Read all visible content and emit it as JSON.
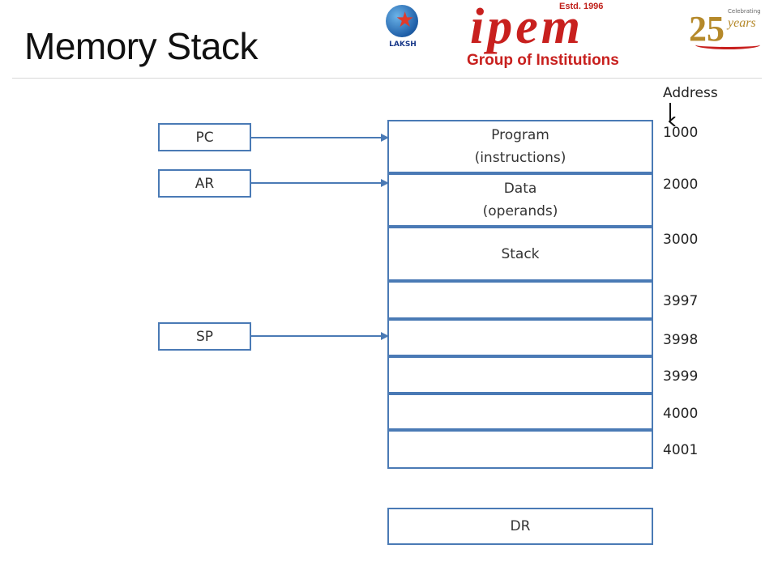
{
  "title": "Memory Stack",
  "logos": {
    "laksh": "LAKSH",
    "ipem_estd": "Estd. 1996",
    "ipem_word": "ipem",
    "ipem_sub": "Group of Institutions",
    "anniv_num": "25",
    "anniv_years": "years",
    "anniv_celebrating": "Celebrating"
  },
  "registers": {
    "pc": "PC",
    "ar": "AR",
    "sp": "SP",
    "dr": "DR"
  },
  "memory": {
    "program_line1": "Program",
    "program_line2": "(instructions)",
    "data_line1": "Data",
    "data_line2": "(operands)",
    "stack": "Stack"
  },
  "address_header": "Address",
  "addresses": [
    "1000",
    "2000",
    "3000",
    "3997",
    "3998",
    "3999",
    "4000",
    "4001"
  ],
  "colors": {
    "box_border": "#4a7ab5",
    "arrow": "#4a7ab5",
    "ipem_red": "#c8201e"
  }
}
